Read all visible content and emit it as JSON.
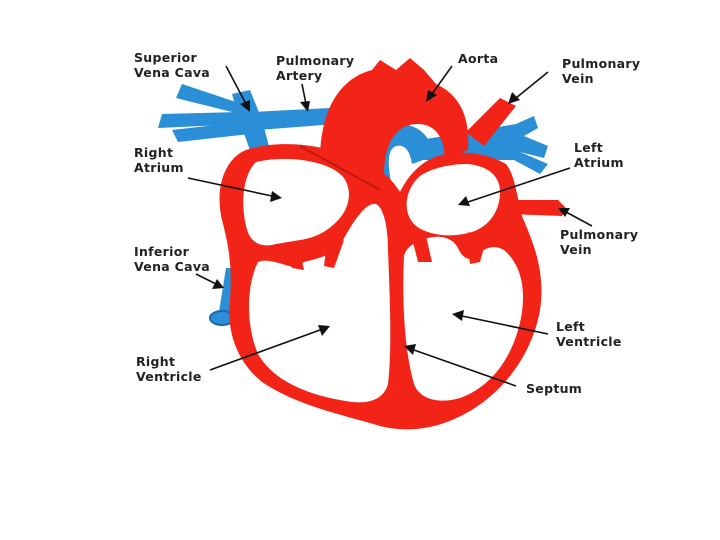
{
  "diagram": {
    "colors": {
      "background": "#ffffff",
      "oxygenated": "#f22418",
      "deoxygenated": "#2a8fd6",
      "chamber": "#ffffff",
      "label_text": "#222222",
      "arrow": "#111111"
    },
    "labels": {
      "superior_vena_cava": [
        "Superior",
        "Vena Cava"
      ],
      "pulmonary_artery": [
        "Pulmonary",
        "Artery"
      ],
      "aorta": [
        "Aorta"
      ],
      "pulmonary_vein_top": [
        "Pulmonary",
        "Vein"
      ],
      "right_atrium": [
        "Right",
        "Atrium"
      ],
      "left_atrium": [
        "Left",
        "Atrium"
      ],
      "pulmonary_vein_right": [
        "Pulmonary",
        "Vein"
      ],
      "inferior_vena_cava": [
        "Inferior",
        "Vena Cava"
      ],
      "left_ventricle": [
        "Left",
        "Ventricle"
      ],
      "right_ventricle": [
        "Right",
        "Ventricle"
      ],
      "septum": [
        "Septum"
      ]
    }
  }
}
